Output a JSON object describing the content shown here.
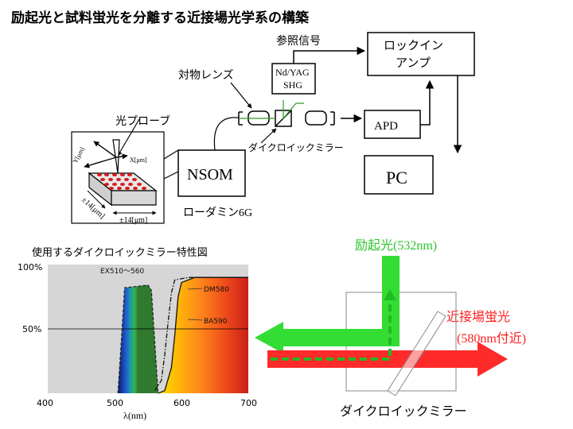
{
  "title": "励起光と試料蛍光を分離する近接場光学系の構築",
  "setup": {
    "reference_signal": "参照信号",
    "lockin_line1": "ロックイン",
    "lockin_line2": "アンプ",
    "laser_line1": "Nd/YAG",
    "laser_line2": "SHG",
    "objective_lens": "対物レンズ",
    "apd": "APD",
    "pc": "PC",
    "optical_probe": "光プローブ",
    "dichroic_mirror": "ダイクロイックミラー",
    "nsom": "NSOM",
    "rhodamine": "ローダミン6G",
    "sample_x": "X[μm]",
    "sample_y": "Y[μm]",
    "sample_depth": "±14[μm]",
    "sample_width": "±14[μm]"
  },
  "chart": {
    "title": "使用するダイクロイックミラー特性図",
    "y_ticks": [
      "100%",
      "50%"
    ],
    "x_ticks": [
      "400",
      "500",
      "600",
      "700"
    ],
    "x_label": "λ(nm)",
    "curve_labels": [
      "EX510～560",
      "DM580",
      "BA590"
    ]
  },
  "chart_data": {
    "type": "line",
    "title": "使用するダイクロイックミラー特性図",
    "xlabel": "λ(nm)",
    "ylabel": "",
    "xlim": [
      400,
      700
    ],
    "ylim": [
      0,
      100
    ],
    "series": [
      {
        "name": "EX510～560",
        "x": [
          505,
          510,
          515,
          550,
          555,
          560,
          565
        ],
        "y": [
          0,
          40,
          82,
          84,
          80,
          40,
          0
        ]
      },
      {
        "name": "DM580",
        "x": [
          560,
          570,
          575,
          580,
          585,
          590,
          610,
          650,
          700
        ],
        "y": [
          2,
          10,
          30,
          55,
          78,
          88,
          90,
          90,
          90
        ]
      },
      {
        "name": "BA590",
        "x": [
          565,
          575,
          585,
          590,
          595,
          600,
          620,
          660,
          700
        ],
        "y": [
          0,
          2,
          20,
          45,
          75,
          86,
          90,
          90,
          90
        ]
      }
    ]
  },
  "mirror_diagram": {
    "excitation_label": "励起光(532nm)",
    "nearfield_label_line1": "近接場蛍光",
    "nearfield_label_line2": "(580nm付近)",
    "mirror_label": "ダイクロイックミラー",
    "colors": {
      "excitation": "#33dd33",
      "fluorescence": "#ff2a2a",
      "dashed": "#22bb22"
    }
  }
}
